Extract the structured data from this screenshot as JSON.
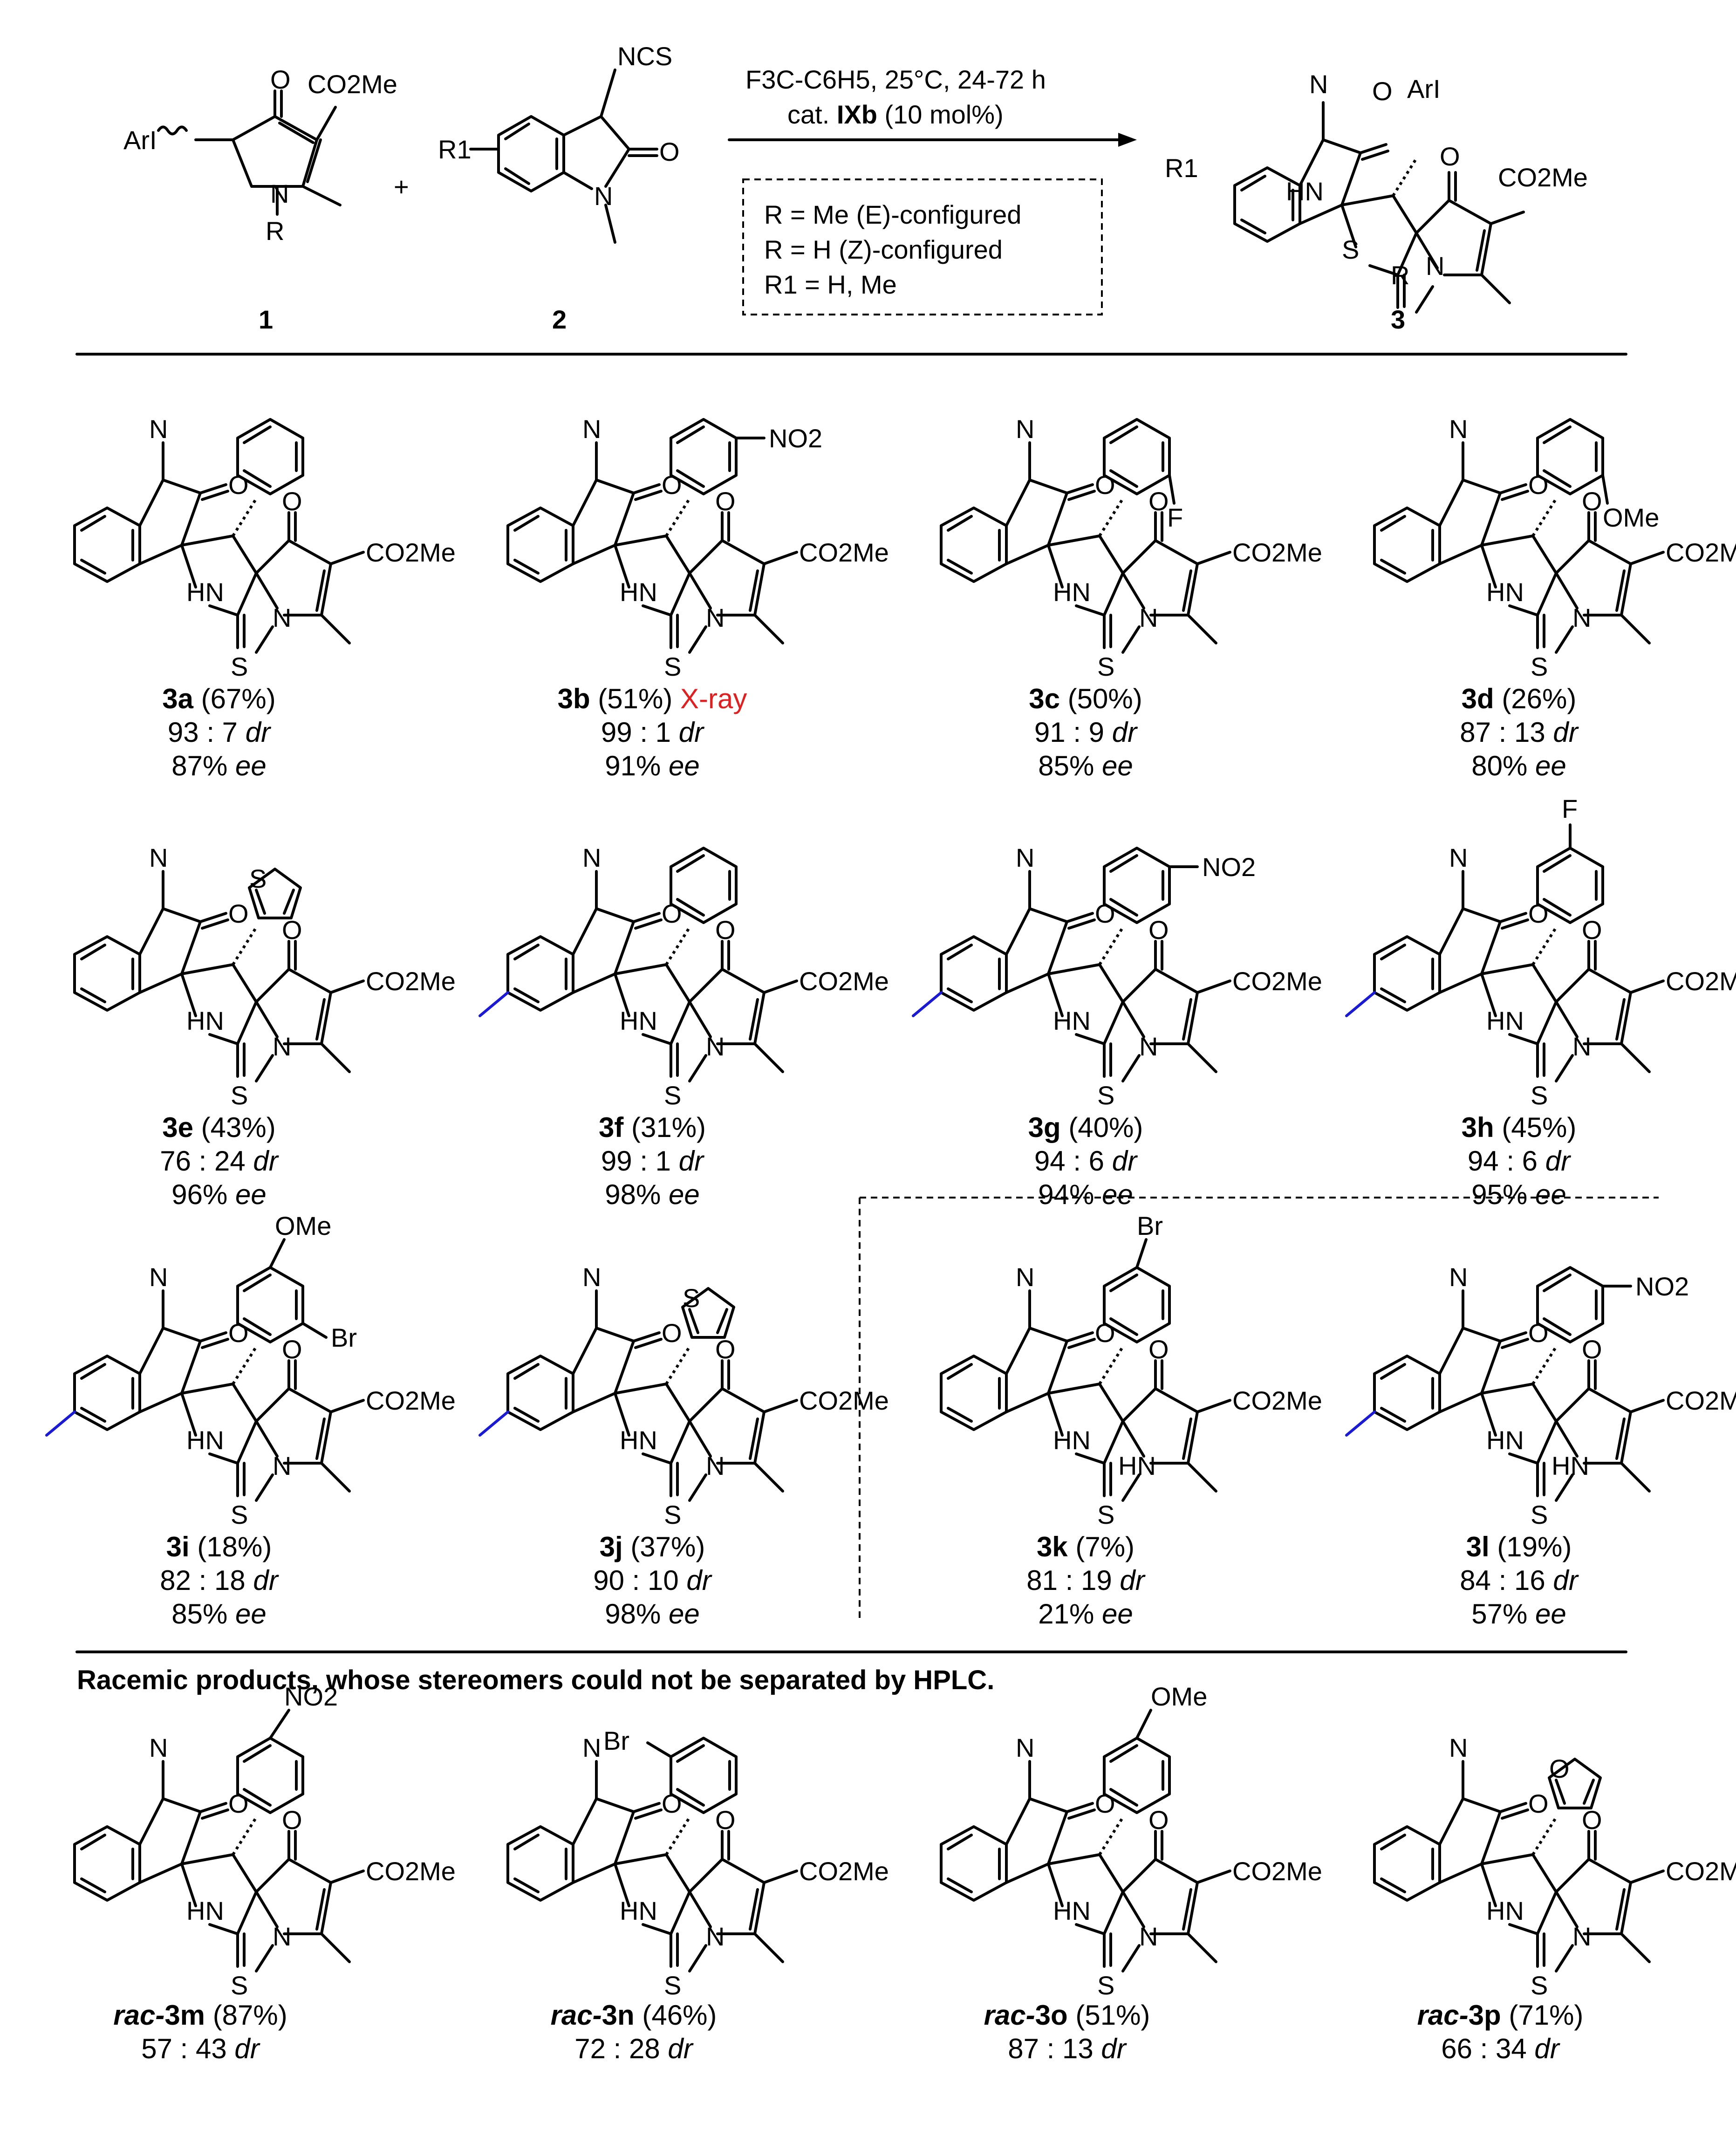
{
  "scheme": {
    "reactant1": {
      "label": "1",
      "atoms": {
        "aryl": "ArI",
        "o": "O",
        "ester": "CO2Me",
        "n": "N",
        "r": "R"
      }
    },
    "reactant2": {
      "label": "2",
      "atoms": {
        "ncs": "NCS",
        "r1": "R1",
        "o": "O",
        "n": "N"
      }
    },
    "plus": "+",
    "conditions": {
      "line1": "F3C-C6H5, 25°C, 24-72 h",
      "line2_prefix": "cat. ",
      "line2_cat": "IXb",
      "line2_suffix": " (10 mol%)"
    },
    "scope_box": {
      "line1": "R = Me (E)-configured",
      "line2": "R = H   (Z)-configured",
      "line3": "R1 = H, Me"
    },
    "product": {
      "label": "3",
      "atoms": {
        "aryl": "ArI",
        "r1": "R1",
        "o": "O",
        "hn": "HN",
        "n": "N",
        "r": "R",
        "s": "S",
        "ester": "CO2Me"
      }
    }
  },
  "common_atoms": {
    "o": "O",
    "n": "N",
    "hn": "HN",
    "s": "S",
    "ester": "CO2Me",
    "no2": "NO2",
    "f": "F",
    "ome": "OMe",
    "br": "Br",
    "thiophene_s": "S",
    "furan_o": "O"
  },
  "compounds": [
    {
      "id": "3a",
      "yield": "(67%)",
      "dr": "93 : 7",
      "ee": "87%",
      "extra": ""
    },
    {
      "id": "3b",
      "yield": "(51%)",
      "dr": "99 : 1",
      "ee": "91%",
      "extra": "X-ray"
    },
    {
      "id": "3c",
      "yield": "(50%)",
      "dr": "91 : 9",
      "ee": "85%",
      "extra": ""
    },
    {
      "id": "3d",
      "yield": "(26%)",
      "dr": "87 : 13",
      "ee": "80%",
      "extra": ""
    },
    {
      "id": "3e",
      "yield": "(43%)",
      "dr": "76 : 24",
      "ee": "96%",
      "extra": ""
    },
    {
      "id": "3f",
      "yield": "(31%)",
      "dr": "99 : 1",
      "ee": "98%",
      "extra": ""
    },
    {
      "id": "3g",
      "yield": "(40%)",
      "dr": "94 : 6",
      "ee": "94%",
      "extra": ""
    },
    {
      "id": "3h",
      "yield": "(45%)",
      "dr": "94 : 6",
      "ee": "95%",
      "extra": ""
    },
    {
      "id": "3i",
      "yield": "(18%)",
      "dr": "82 : 18",
      "ee": "85%",
      "extra": ""
    },
    {
      "id": "3j",
      "yield": "(37%)",
      "dr": "90 : 10",
      "ee": "98%",
      "extra": ""
    },
    {
      "id": "3k",
      "yield": "(7%)",
      "dr": "81 : 19",
      "ee": "21%",
      "extra": ""
    },
    {
      "id": "3l",
      "yield": "(19%)",
      "dr": "84 : 16",
      "ee": "57%",
      "extra": ""
    }
  ],
  "racemic_header": "Racemic products, whose stereomers could not be separated by HPLC.",
  "racemic": [
    {
      "prefix": "rac-",
      "id": "3m",
      "yield": "(87%)",
      "dr": "57 : 43"
    },
    {
      "prefix": "rac-",
      "id": "3n",
      "yield": "(46%)",
      "dr": "72 : 28"
    },
    {
      "prefix": "rac-",
      "id": "3o",
      "yield": "(51%)",
      "dr": "87 : 13"
    },
    {
      "prefix": "rac-",
      "id": "3p",
      "yield": "(71%)",
      "dr": "66 : 34"
    }
  ],
  "units": {
    "dr": "dr",
    "ee": "ee"
  },
  "colors": {
    "substituent": "#1a1ad6",
    "highlight": "#e02020",
    "ink": "#000000"
  }
}
